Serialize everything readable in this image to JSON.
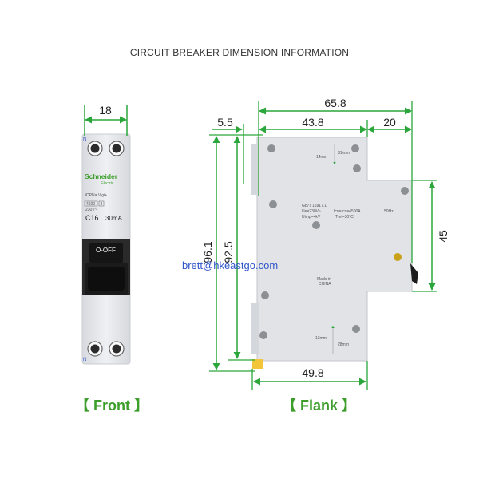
{
  "title": "CIRCUIT BREAKER DIMENSION INFORMATION",
  "watermark_email": "brett@hkeastgo.com",
  "captions": {
    "front": "【 Front 】",
    "flank": "【 Flank 】"
  },
  "front_device": {
    "brand": "Schneider",
    "brand_sub": "Electric",
    "model": "iDPNa Vigi+",
    "rating_box1": "4500",
    "rating_box2": "3",
    "voltage": "230V~",
    "curve": "C16",
    "sensitivity": "30mA",
    "switch_label": "O-OFF",
    "terminal_top": "N",
    "terminal_bottom": "N"
  },
  "flank_device": {
    "standard": "GB/T 16917.1",
    "spec_line1": "Ue=230V~",
    "spec_line2": "Icn=Icn=4500A",
    "spec_line3": "Uimp=4kV",
    "spec_line4": "Tref=30°C",
    "freq": "50Hz",
    "made_in": "Made in",
    "country": "CHINA",
    "label_top": "14mm",
    "label_top2": "28mm",
    "label_bottom": "13mm",
    "label_bottom2": "28mm"
  },
  "dimensions": {
    "front_width": "18",
    "total_depth": "65.8",
    "front_offset": "5.5",
    "body_depth": "43.8",
    "rear_depth": "20",
    "height_outer": "96.1",
    "height_inner": "92.5",
    "rear_height": "45",
    "bottom_depth": "49.8"
  },
  "colors": {
    "dimension_line": "#2aa63a",
    "caption": "#3d9e2c",
    "watermark": "#2f56c9",
    "body": "#e4e6ea",
    "handle": "#1c1c1c"
  }
}
